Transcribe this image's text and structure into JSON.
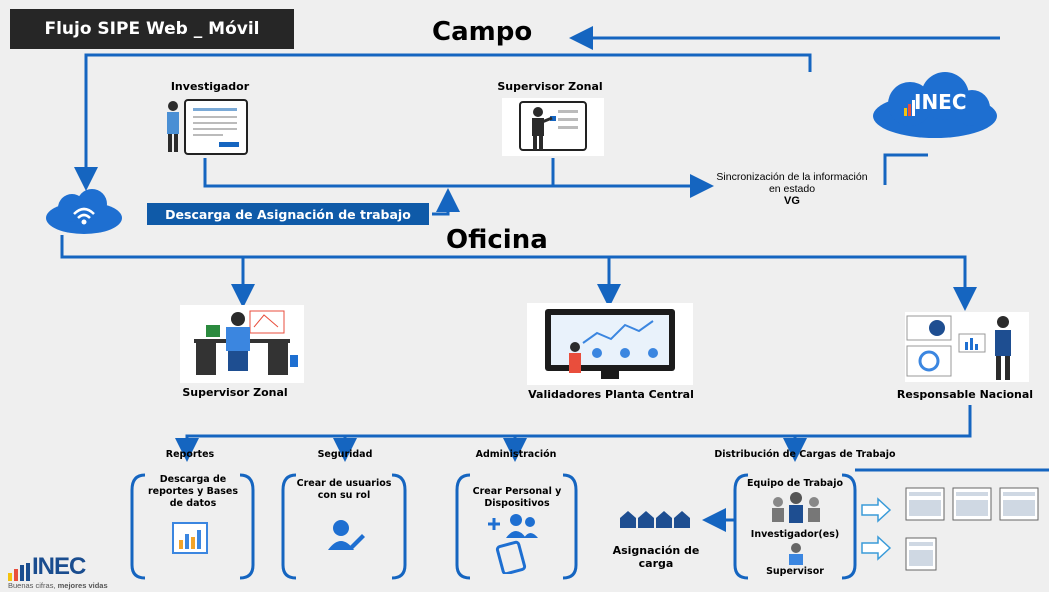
{
  "title": "Flujo SIPE Web _ Móvil",
  "headings": {
    "campo": "Campo",
    "oficina": "Oficina"
  },
  "campo": {
    "investigador": "Investigador",
    "supervisor_zonal": "Supervisor Zonal",
    "banner": "Descarga de Asignación de trabajo",
    "sync_text": "Sincronización de la información en estado",
    "sync_state": "VG",
    "cloud_logo": "INEC"
  },
  "oficina": {
    "supervisor_zonal": "Supervisor Zonal",
    "validadores": "Validadores Planta Central",
    "responsable": "Responsable Nacional"
  },
  "modules": {
    "reportes": {
      "title": "Reportes",
      "body": "Descarga de reportes y Bases de datos"
    },
    "seguridad": {
      "title": "Seguridad",
      "body": "Crear de usuarios con su rol"
    },
    "administracion": {
      "title": "Administración",
      "body": "Crear Personal y Dispositivos"
    },
    "distribucion": {
      "title": "Distribución de Cargas de Trabajo",
      "equipo": "Equipo de Trabajo",
      "investigadores": "Investigador(es)",
      "supervisor": "Supervisor"
    }
  },
  "asignacion": "Asignación de carga",
  "footer": {
    "brand": "INEC",
    "tagline_plain": "Buenas cifras, ",
    "tagline_bold": "mejores vidas"
  },
  "colors": {
    "flow": "#1565c0",
    "banner": "#0f5aa8",
    "title_bg": "#262626",
    "background": "#efefef"
  }
}
